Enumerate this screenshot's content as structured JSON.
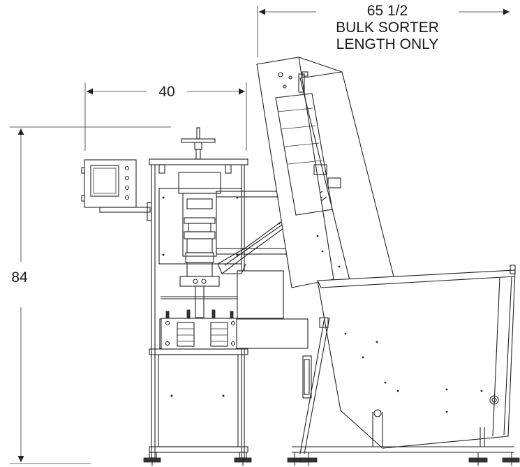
{
  "dimensions": {
    "width": {
      "value": "40"
    },
    "height": {
      "value": "84"
    },
    "sorter": {
      "value": "65 1/2",
      "note_line1": "BULK SORTER",
      "note_line2": "LENGTH ONLY"
    }
  },
  "colors": {
    "line": "#222222",
    "background": "#ffffff"
  }
}
